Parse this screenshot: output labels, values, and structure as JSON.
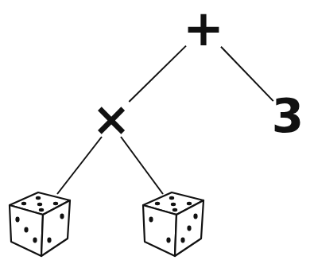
{
  "diagram": {
    "nodes": [
      {
        "text": [
          "+"
        ]
      },
      {
        "text": [
          "×"
        ]
      },
      {
        "text": [
          "3"
        ]
      }
    ],
    "edges": [
      {
        "from": 0,
        "to": 1,
        "arrow": "none"
      },
      {
        "from": 0,
        "to": 2,
        "arrow": "none"
      }
    ]
  }
}
